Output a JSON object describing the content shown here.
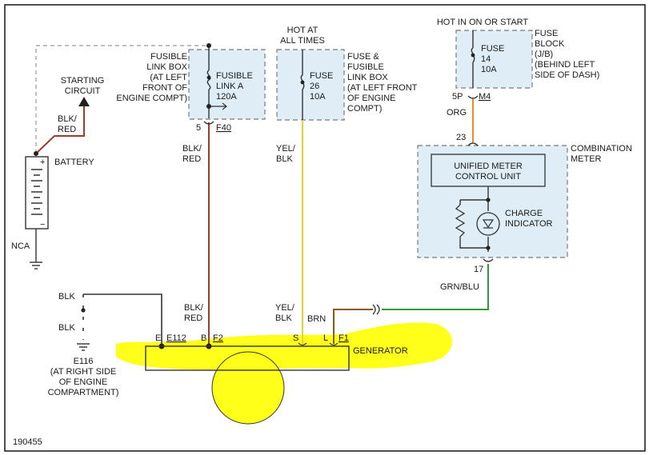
{
  "figure_id": "190455",
  "colors": {
    "blk_red": "#9c3b2e",
    "yel_blk": "#e3d530",
    "org": "#f28a1e",
    "grn_blu": "#2e9a3a",
    "brn": "#8a5a10",
    "blk": "#333333",
    "highlight": "#ffff1a",
    "box_fill": "#dfeef6"
  },
  "starting_circuit": "STARTING\nCIRCUIT",
  "battery": {
    "label": "BATTERY",
    "ground_label": "NCA",
    "plus": "+",
    "minus": "−"
  },
  "fusible_link_box": {
    "title": "FUSIBLE\nLINK BOX\n(AT LEFT\nFRONT OF\nENGINE COMPT)",
    "fuse": "FUSIBLE\nLINK A\n120A",
    "pin": "5",
    "connector": "F40"
  },
  "fuse26_box": {
    "hot_label": "HOT AT\nALL TIMES",
    "fuse": "FUSE\n26\n10A",
    "title": "FUSE &\nFUSIBLE\nLINK BOX\n(AT LEFT FRONT\nOF ENGINE\nCOMPT)"
  },
  "fuse14_box": {
    "hot_label": "HOT IN ON OR START",
    "fuse": "FUSE\n14\n10A",
    "title": "FUSE\nBLOCK\n(J/B)\n(BEHIND LEFT\nSIDE OF DASH)",
    "pin": "5P",
    "connector": "M4"
  },
  "combination_meter": {
    "title": "COMBINATION\nMETER",
    "control_unit": "UNIFIED METER\nCONTROL UNIT",
    "indicator": "CHARGE\nINDICATOR",
    "pin_in": "23",
    "pin_out": "17"
  },
  "wire_labels": {
    "blk_red_battery": "BLK/\nRED",
    "blk_red_top": "BLK/\nRED",
    "blk_red_bottom": "BLK/\nRED",
    "yel_blk_top": "YEL/\nBLK",
    "yel_blk_bottom": "YEL/\nBLK",
    "org": "ORG",
    "grn_blu": "GRN/BLU",
    "brn": "BRN",
    "blk_1": "BLK",
    "blk_2": "BLK"
  },
  "generator": {
    "label": "GENERATOR",
    "terminals": [
      "E",
      "B",
      "S",
      "L"
    ],
    "conn_e": "E112",
    "conn_f2": "F2",
    "conn_f1": "F1"
  },
  "ground_e116": "E116\n(AT RIGHT SIDE\nOF ENGINE\nCOMPARTMENT)"
}
